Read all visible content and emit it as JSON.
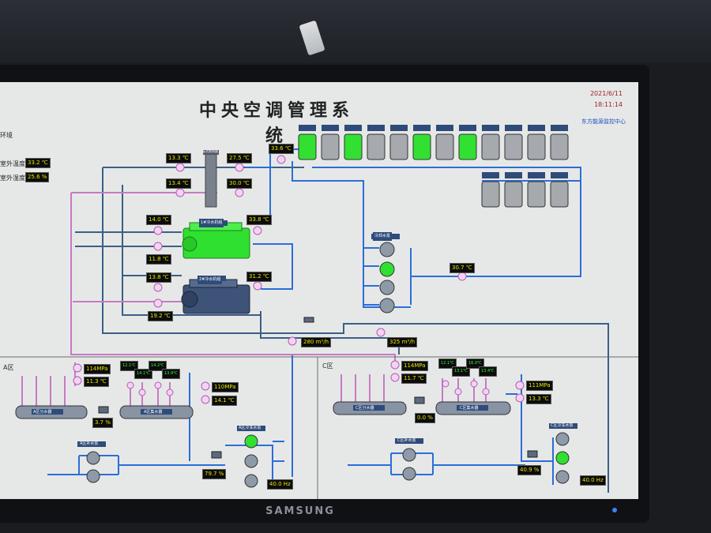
{
  "header": {
    "title": "中央空调管理系统",
    "date": "2021/6/11",
    "time": "18:11:14",
    "company": "东方能源监控中心"
  },
  "side": {
    "top": "环境",
    "outdoor_temp_label": "室外温度",
    "outdoor_humidity_label": "室外湿度",
    "outdoor_temp": "33.2 ℃",
    "outdoor_humidity": "25.6 %"
  },
  "values": {
    "cw_supply_in": "13.3 ℃",
    "cw_supply_out": "27.5 ℃",
    "cw_return_in": "13.4 ℃",
    "cw_return_out": "30.0 ℃",
    "tower_inlet": "33.6 ℃",
    "ch1_evap_in": "14.0 ℃",
    "ch1_cond_out": "33.8 ℃",
    "ch1_evap_out": "11.8 ℃",
    "ch2_evap_in": "13.8 ℃",
    "ch2_cond_out": "31.2 ℃",
    "ch2_evap_out": "19.2 ℃",
    "cooling_return": "30.7 ℃",
    "flow_a": "280 m³/h",
    "flow_c": "325 m³/h",
    "a_pressure_1": "114MPa",
    "a_temp_1": "11.3 ℃",
    "a_pressure_2": "110MPa",
    "a_temp_2": "14.1 ℃",
    "a_valve": "3.7 %",
    "a_branch_1": "12.1℃",
    "a_branch_2": "14.1℃",
    "a_branch_3": "14.2℃",
    "a_branch_4": "13.9℃",
    "a_pump_pct": "79.7 %",
    "a_freq": "40.0 Hz",
    "c_pressure_1": "114MPa",
    "c_temp_1": "11.7 ℃",
    "c_pressure_2": "111MPa",
    "c_temp_2": "13.3 ℃",
    "c_valve": "0.0 %",
    "c_branch_1": "12.1℃",
    "c_branch_2": "13.1℃",
    "c_branch_3": "16.0℃",
    "c_branch_4": "13.4℃",
    "c_pump_pct": "40.9 %",
    "c_freq": "40.0 Hz"
  },
  "labels": {
    "chiller1": "1#冷水机组",
    "chiller2": "2#冷水机组",
    "cooling_pump": "冷却水泵",
    "section_a": "A区",
    "section_c": "C区",
    "a_supply": "A区分水器",
    "a_return": "A区集水器",
    "a_pump_group": "A区冷冻水泵",
    "a_make": "A区补水泵",
    "c_supply": "C区分水器",
    "c_return": "C区集水器",
    "c_pump_group": "C区冷冻水泵",
    "c_make": "C区补水泵",
    "exchanger": "板式换热器"
  },
  "towers_top": [
    {
      "id": "1#",
      "on": true
    },
    {
      "id": "2#",
      "on": false
    },
    {
      "id": "3#",
      "on": true
    },
    {
      "id": "4#",
      "on": false
    },
    {
      "id": "5#",
      "on": false
    },
    {
      "id": "6#",
      "on": true
    },
    {
      "id": "7#",
      "on": false
    },
    {
      "id": "8#",
      "on": true
    },
    {
      "id": "9#",
      "on": false
    },
    {
      "id": "10#",
      "on": false
    },
    {
      "id": "11#",
      "on": false
    },
    {
      "id": "12#",
      "on": false
    }
  ],
  "towers_bottom": [
    {
      "id": "13#",
      "on": false
    },
    {
      "id": "14#",
      "on": false
    },
    {
      "id": "15#",
      "on": false
    },
    {
      "id": "16#",
      "on": false
    }
  ],
  "monitor": {
    "brand": "SAMSUNG"
  },
  "colors": {
    "blue_pipe": "#2c6ed6",
    "pink_pipe": "#c77ac4",
    "steel_pipe": "#3b5f86",
    "running": "#32e032",
    "idle": "#a6a9ae",
    "value_text": "#e6e600"
  }
}
